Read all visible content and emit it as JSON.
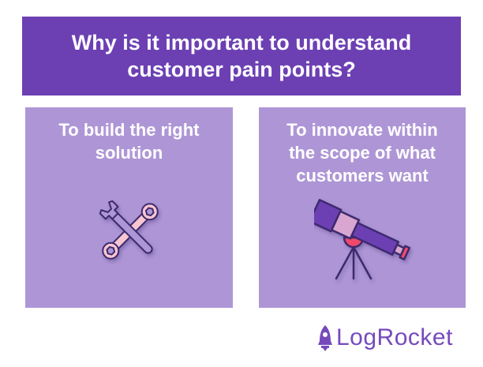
{
  "header": {
    "title_line1": "Why is it important to understand",
    "title_line2": "customer pain points?"
  },
  "cards": [
    {
      "lines": [
        "To build the right",
        "solution"
      ],
      "icon": "wrench-and-spanner-icon"
    },
    {
      "lines": [
        "To innovate within",
        "the scope of what",
        "customers want"
      ],
      "icon": "telescope-icon"
    }
  ],
  "logo": {
    "text": "LogRocket",
    "icon": "rocket-icon"
  },
  "colors": {
    "header_bg": "#6c40b3",
    "card_bg": "#ae96d6",
    "icon_outline": "#3c2a6e",
    "icon_pink": "#f8c6d0",
    "telescope_purple": "#6c40b3",
    "telescope_band": "#d8a6d0",
    "telescope_red": "#f04a6a",
    "logo": "#764abc"
  }
}
